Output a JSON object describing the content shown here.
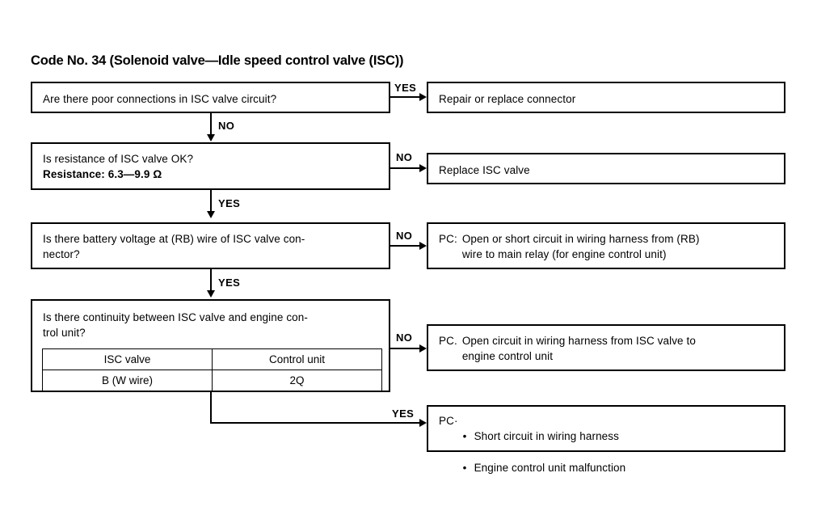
{
  "diagram": {
    "title": "Code No. 34 (Solenoid valve—Idle speed control valve (ISC))",
    "steps": [
      {
        "id": "step-1",
        "question": "Are there poor connections in ISC valve circuit?",
        "branch_out_label": "YES",
        "branch_down_label": "NO",
        "result": "Repair or replace connector"
      },
      {
        "id": "step-2",
        "question": "Is resistance of ISC valve OK?",
        "spec": "Resistance: 6.3—9.9 Ω",
        "branch_out_label": "NO",
        "branch_down_label": "YES",
        "result": "Replace ISC valve"
      },
      {
        "id": "step-3",
        "question": "Is there battery voltage at (RB) wire of ISC valve con-\nnector?",
        "branch_out_label": "NO",
        "branch_down_label": "YES",
        "result_tag": "PC:",
        "result": "Open or short circuit in wiring harness from (RB)\nwire to main relay (for engine control unit)"
      },
      {
        "id": "step-4",
        "question": "Is there continuity between ISC valve and engine con-\ntrol unit?",
        "branch_out_label": "NO",
        "branch_down_label": "YES",
        "result_tag": "PC.",
        "result": "Open circuit in wiring harness from ISC valve to\nengine control unit",
        "table": {
          "headers": [
            "ISC valve",
            "Control unit"
          ],
          "rows": [
            [
              "B (W wire)",
              "2Q"
            ]
          ]
        }
      },
      {
        "id": "step-5-final",
        "result_tag": "PC·",
        "bullets": [
          "Short circuit in wiring harness",
          "Engine control unit malfunction"
        ],
        "branch_out_label": "YES"
      }
    ]
  }
}
